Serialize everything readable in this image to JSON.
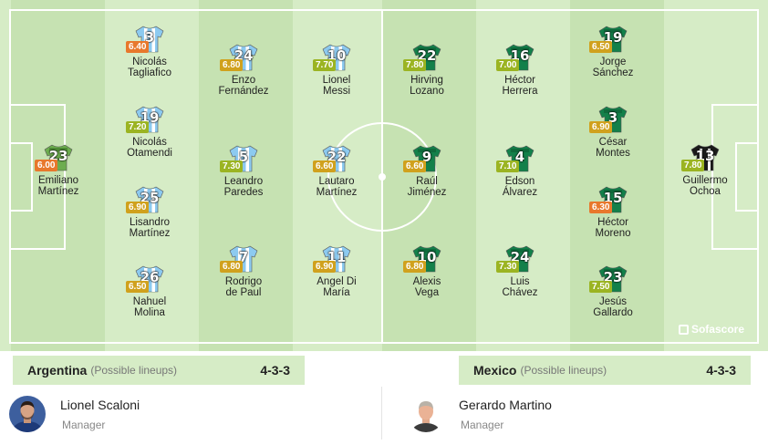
{
  "colors": {
    "rating_orange": "#e8782c",
    "rating_yellow": "#d0a11d",
    "rating_green": "#9bb422",
    "argentina_shirt": "#8ccaf0",
    "argentina_gk_shirt": "#6dad4f",
    "mexico_shirt": "#13804a",
    "mexico_gk_shirt": "#1a1a1a"
  },
  "home": {
    "team": "Argentina",
    "subtitle": "(Possible lineups)",
    "formation": "4-3-3",
    "manager": {
      "name": "Lionel Scaloni",
      "role": "Manager"
    },
    "players": [
      {
        "number": "23",
        "name": "Emiliano\nMartínez",
        "rating": "6.00",
        "rating_level": "orange",
        "kit": "gk",
        "pos": "gk"
      },
      {
        "number": "3",
        "name": "Nicolás\nTagliafico",
        "rating": "6.40",
        "rating_level": "orange",
        "kit": "outfield",
        "pos": "d1"
      },
      {
        "number": "19",
        "name": "Nicolás\nOtamendi",
        "rating": "7.20",
        "rating_level": "green",
        "kit": "outfield",
        "pos": "d2"
      },
      {
        "number": "25",
        "name": "Lisandro\nMartínez",
        "rating": "6.90",
        "rating_level": "yellow",
        "kit": "outfield",
        "pos": "d3"
      },
      {
        "number": "26",
        "name": "Nahuel\nMolina",
        "rating": "6.50",
        "rating_level": "yellow",
        "kit": "outfield",
        "pos": "d4"
      },
      {
        "number": "24",
        "name": "Enzo\nFernández",
        "rating": "6.80",
        "rating_level": "yellow",
        "kit": "outfield",
        "pos": "m1"
      },
      {
        "number": "5",
        "name": "Leandro\nParedes",
        "rating": "7.30",
        "rating_level": "green",
        "kit": "outfield",
        "pos": "m2"
      },
      {
        "number": "7",
        "name": "Rodrigo\nde Paul",
        "rating": "6.80",
        "rating_level": "yellow",
        "kit": "outfield",
        "pos": "m3"
      },
      {
        "number": "10",
        "name": "Lionel\nMessi",
        "rating": "7.70",
        "rating_level": "green",
        "kit": "outfield",
        "pos": "f1"
      },
      {
        "number": "22",
        "name": "Lautaro\nMartínez",
        "rating": "6.60",
        "rating_level": "yellow",
        "kit": "outfield",
        "pos": "f2"
      },
      {
        "number": "11",
        "name": "Angel Di\nMaría",
        "rating": "6.90",
        "rating_level": "yellow",
        "kit": "outfield",
        "pos": "f3"
      }
    ]
  },
  "away": {
    "team": "Mexico",
    "subtitle": "(Possible lineups)",
    "formation": "4-3-3",
    "manager": {
      "name": "Gerardo Martino",
      "role": "Manager"
    },
    "players": [
      {
        "number": "13",
        "name": "Guillermo\nOchoa",
        "rating": "7.80",
        "rating_level": "green",
        "kit": "gk",
        "pos": "gk"
      },
      {
        "number": "19",
        "name": "Jorge\nSánchez",
        "rating": "6.50",
        "rating_level": "yellow",
        "kit": "outfield",
        "pos": "d1"
      },
      {
        "number": "3",
        "name": "César\nMontes",
        "rating": "6.90",
        "rating_level": "yellow",
        "kit": "outfield",
        "pos": "d2"
      },
      {
        "number": "15",
        "name": "Héctor\nMoreno",
        "rating": "6.30",
        "rating_level": "orange",
        "kit": "outfield",
        "pos": "d3"
      },
      {
        "number": "23",
        "name": "Jesús\nGallardo",
        "rating": "7.50",
        "rating_level": "green",
        "kit": "outfield",
        "pos": "d4"
      },
      {
        "number": "16",
        "name": "Héctor\nHerrera",
        "rating": "7.00",
        "rating_level": "green",
        "kit": "outfield",
        "pos": "m1"
      },
      {
        "number": "4",
        "name": "Edson\nÁlvarez",
        "rating": "7.10",
        "rating_level": "green",
        "kit": "outfield",
        "pos": "m2"
      },
      {
        "number": "24",
        "name": "Luis\nChávez",
        "rating": "7.30",
        "rating_level": "green",
        "kit": "outfield",
        "pos": "m3"
      },
      {
        "number": "22",
        "name": "Hirving\nLozano",
        "rating": "7.80",
        "rating_level": "green",
        "kit": "outfield",
        "pos": "f1"
      },
      {
        "number": "9",
        "name": "Raúl\nJiménez",
        "rating": "6.60",
        "rating_level": "yellow",
        "kit": "outfield",
        "pos": "f2"
      },
      {
        "number": "10",
        "name": "Alexis\nVega",
        "rating": "6.80",
        "rating_level": "yellow",
        "kit": "outfield",
        "pos": "f3"
      }
    ]
  },
  "brand": {
    "label": "Sofascore",
    "icon": "sofascore-logo-icon"
  }
}
